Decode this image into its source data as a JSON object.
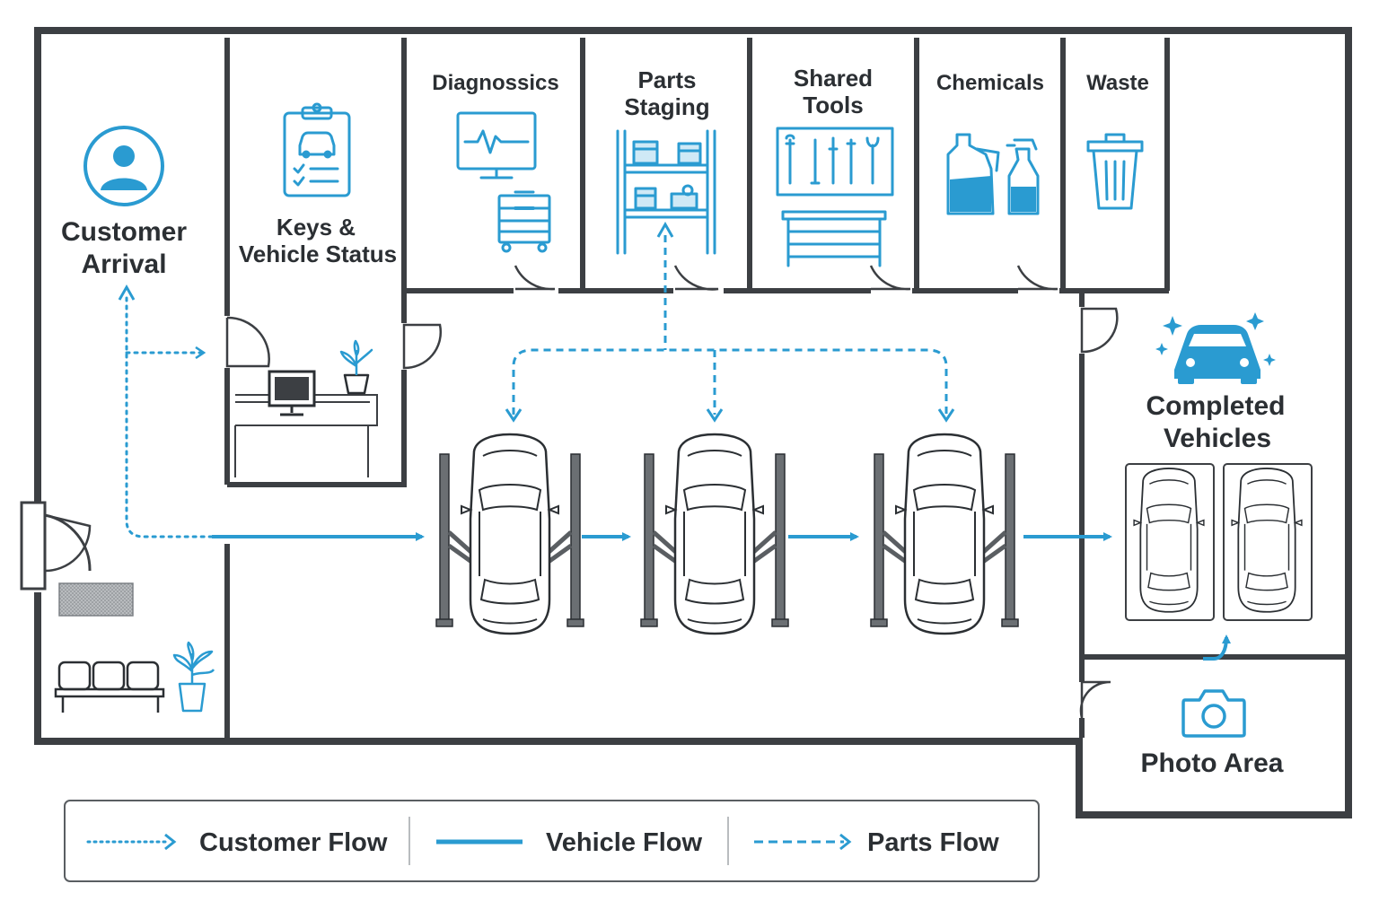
{
  "colors": {
    "accent": "#2a9bd1",
    "wall": "#3c3f43",
    "text": "#2b2f33",
    "fill_light": "#cfe9f6"
  },
  "zones": {
    "customer_arrival": {
      "line1": "Customer",
      "line2": "Arrival",
      "icon": "user-circle-icon"
    },
    "keys_status": {
      "line1": "Keys &",
      "line2": "Vehicle Status",
      "icon": "clipboard-car-icon"
    },
    "diagnostics": {
      "label": "Diagnossics",
      "icon": "monitor-heartbeat-icon"
    },
    "parts_staging": {
      "line1": "Parts",
      "line2": "Staging",
      "icon": "shelving-icon"
    },
    "shared_tools": {
      "line1": "Shared",
      "line2": "Tools",
      "icon": "tool-board-icon"
    },
    "chemicals": {
      "label": "Chemicals",
      "icon": "chemical-bottles-icon"
    },
    "waste": {
      "label": "Waste",
      "icon": "trash-bin-icon"
    },
    "completed": {
      "line1": "Completed",
      "line2": "Vehicles",
      "icon": "sparkling-car-icon"
    },
    "photo": {
      "label": "Photo Area",
      "icon": "camera-icon"
    }
  },
  "legend": {
    "customer_flow": "Customer Flow",
    "vehicle_flow": "Vehicle Flow",
    "parts_flow": "Parts Flow"
  }
}
